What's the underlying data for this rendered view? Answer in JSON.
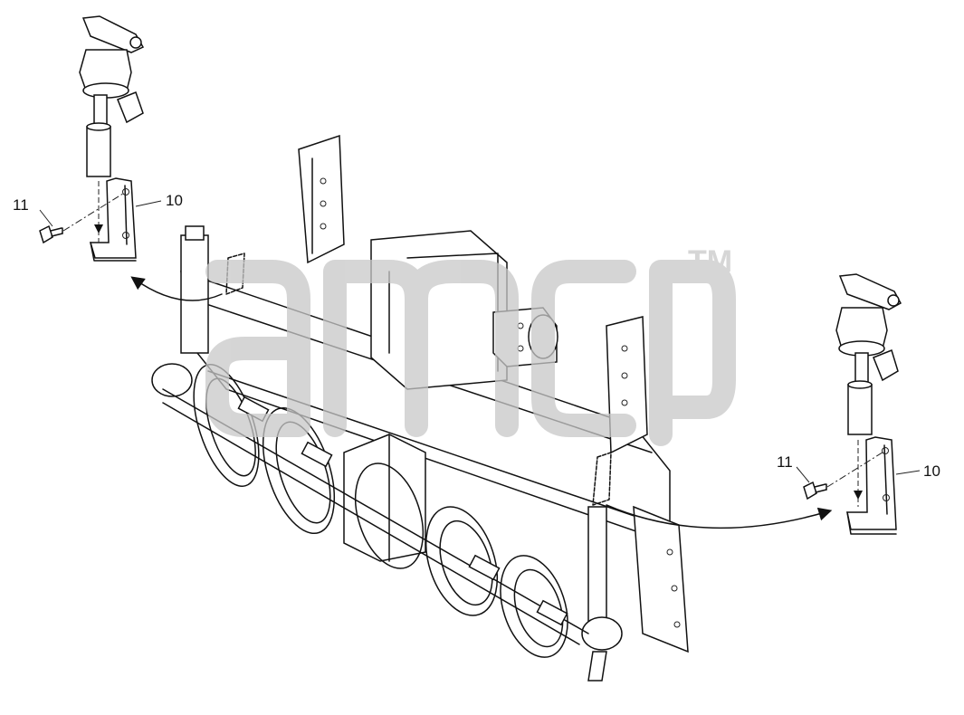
{
  "callouts": {
    "left_bolt": "11",
    "left_bracket": "10",
    "right_bolt": "11",
    "right_bracket": "10"
  },
  "watermark": {
    "mark": "TM"
  },
  "colors": {
    "line": "#111111",
    "watermark": "#c8c8c8"
  }
}
